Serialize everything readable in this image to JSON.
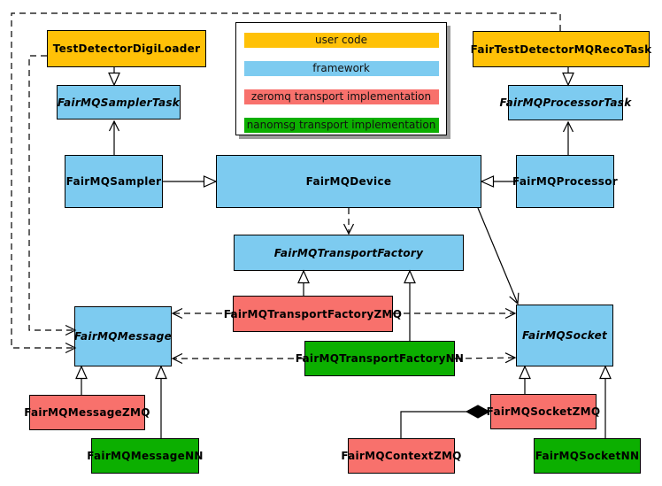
{
  "legend": {
    "items": [
      {
        "label": "user code",
        "color": "#FFC107",
        "category": "user-code"
      },
      {
        "label": "framework",
        "color": "#7DCBF0",
        "category": "framework"
      },
      {
        "label": "zeromq transport implementation",
        "color": "#F8716C",
        "category": "zeromq"
      },
      {
        "label": "nanomsg transport implementation",
        "color": "#0CAF00",
        "category": "nanomsg"
      }
    ]
  },
  "nodes": {
    "test_detector_digi_loader": {
      "label": "TestDetectorDigiLoader",
      "type": "user code",
      "abstract": false
    },
    "fair_test_detector_mq_reco_task": {
      "label": "FairTestDetectorMQRecoTask",
      "type": "user code",
      "abstract": false
    },
    "fair_mq_sampler_task": {
      "label": "FairMQSamplerTask",
      "type": "framework",
      "abstract": true
    },
    "fair_mq_processor_task": {
      "label": "FairMQProcessorTask",
      "type": "framework",
      "abstract": true
    },
    "fair_mq_sampler": {
      "label": "FairMQSampler",
      "type": "framework",
      "abstract": false
    },
    "fair_mq_device": {
      "label": "FairMQDevice",
      "type": "framework",
      "abstract": false
    },
    "fair_mq_processor": {
      "label": "FairMQProcessor",
      "type": "framework",
      "abstract": false
    },
    "fair_mq_transport_factory": {
      "label": "FairMQTransportFactory",
      "type": "framework",
      "abstract": true
    },
    "fair_mq_transport_factory_zmq": {
      "label": "FairMQTransportFactoryZMQ",
      "type": "zeromq",
      "abstract": false
    },
    "fair_mq_transport_factory_nn": {
      "label": "FairMQTransportFactoryNN",
      "type": "nanomsg",
      "abstract": false
    },
    "fair_mq_message": {
      "label": "FairMQMessage",
      "type": "framework",
      "abstract": true
    },
    "fair_mq_socket": {
      "label": "FairMQSocket",
      "type": "framework",
      "abstract": true
    },
    "fair_mq_message_zmq": {
      "label": "FairMQMessageZMQ",
      "type": "zeromq",
      "abstract": false
    },
    "fair_mq_message_nn": {
      "label": "FairMQMessageNN",
      "type": "nanomsg",
      "abstract": false
    },
    "fair_mq_context_zmq": {
      "label": "FairMQContextZMQ",
      "type": "zeromq",
      "abstract": false
    },
    "fair_mq_socket_zmq": {
      "label": "FairMQSocketZMQ",
      "type": "zeromq",
      "abstract": false
    },
    "fair_mq_socket_nn": {
      "label": "FairMQSocketNN",
      "type": "nanomsg",
      "abstract": false
    }
  },
  "edges": [
    {
      "from": "TestDetectorDigiLoader",
      "to": "FairMQSamplerTask",
      "kind": "inheritance",
      "line": "solid"
    },
    {
      "from": "FairMQSampler",
      "to": "FairMQSamplerTask",
      "kind": "association",
      "line": "solid"
    },
    {
      "from": "FairTestDetectorMQRecoTask",
      "to": "FairMQProcessorTask",
      "kind": "inheritance",
      "line": "solid"
    },
    {
      "from": "FairMQProcessor",
      "to": "FairMQProcessorTask",
      "kind": "association",
      "line": "solid"
    },
    {
      "from": "FairMQSampler",
      "to": "FairMQDevice",
      "kind": "inheritance",
      "line": "solid"
    },
    {
      "from": "FairMQProcessor",
      "to": "FairMQDevice",
      "kind": "inheritance",
      "line": "solid"
    },
    {
      "from": "FairMQDevice",
      "to": "FairMQTransportFactory",
      "kind": "dependency",
      "line": "dashed"
    },
    {
      "from": "FairMQDevice",
      "to": "FairMQSocket",
      "kind": "association",
      "line": "solid"
    },
    {
      "from": "FairMQTransportFactoryZMQ",
      "to": "FairMQTransportFactory",
      "kind": "inheritance",
      "line": "solid"
    },
    {
      "from": "FairMQTransportFactoryNN",
      "to": "FairMQTransportFactory",
      "kind": "inheritance",
      "line": "solid"
    },
    {
      "from": "FairMQTransportFactoryZMQ",
      "to": "FairMQMessage",
      "kind": "dependency",
      "line": "dashed"
    },
    {
      "from": "FairMQTransportFactoryZMQ",
      "to": "FairMQSocket",
      "kind": "dependency",
      "line": "dashed"
    },
    {
      "from": "FairMQTransportFactoryNN",
      "to": "FairMQMessage",
      "kind": "dependency",
      "line": "dashed"
    },
    {
      "from": "FairMQTransportFactoryNN",
      "to": "FairMQSocket",
      "kind": "dependency",
      "line": "dashed"
    },
    {
      "from": "TestDetectorDigiLoader",
      "to": "FairMQMessage",
      "kind": "dependency",
      "line": "dashed"
    },
    {
      "from": "FairTestDetectorMQRecoTask",
      "to": "FairMQMessage",
      "kind": "dependency",
      "line": "dashed"
    },
    {
      "from": "FairMQMessageZMQ",
      "to": "FairMQMessage",
      "kind": "inheritance",
      "line": "solid"
    },
    {
      "from": "FairMQMessageNN",
      "to": "FairMQMessage",
      "kind": "inheritance",
      "line": "solid"
    },
    {
      "from": "FairMQSocketZMQ",
      "to": "FairMQSocket",
      "kind": "inheritance",
      "line": "solid"
    },
    {
      "from": "FairMQSocketNN",
      "to": "FairMQSocket",
      "kind": "inheritance",
      "line": "solid"
    },
    {
      "from": "FairMQContextZMQ",
      "to": "FairMQSocketZMQ",
      "kind": "composition",
      "line": "solid"
    }
  ]
}
